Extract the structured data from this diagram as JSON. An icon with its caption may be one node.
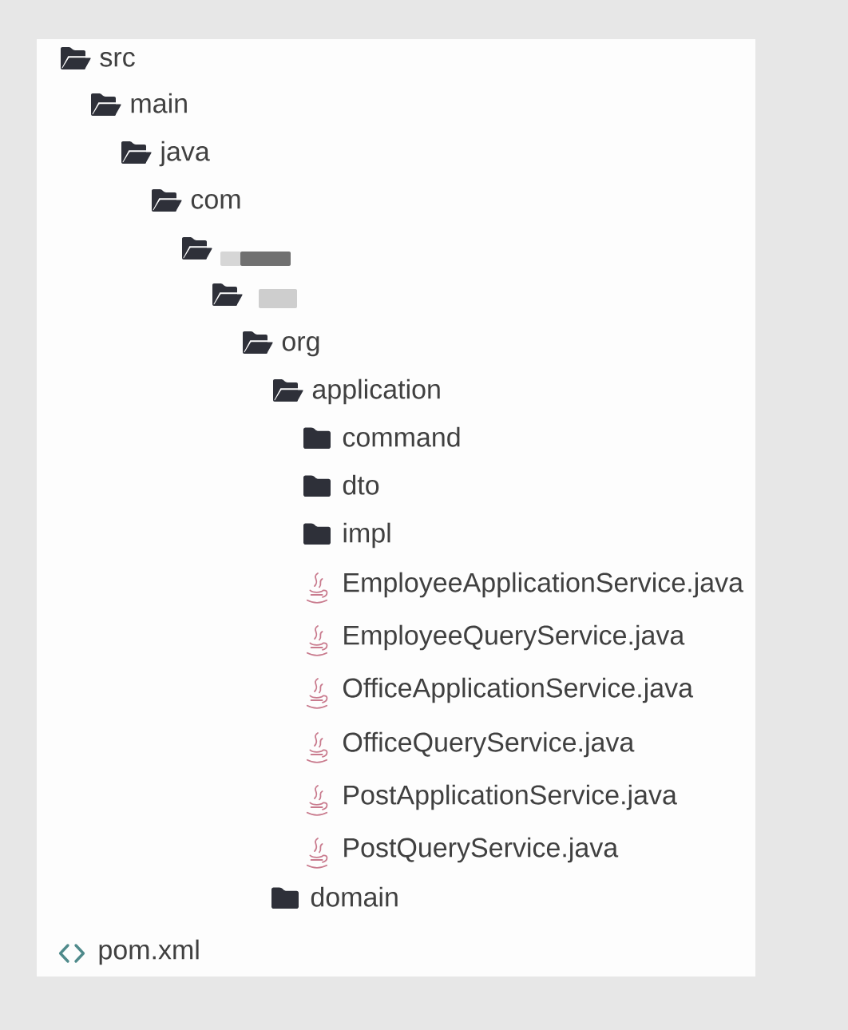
{
  "diagram": {
    "labels": [
      "src",
      "main",
      "java",
      "com",
      "org",
      "application",
      "command",
      "dto",
      "impl",
      "EmployeeApplicationService.java",
      "EmployeeQueryService.java",
      "OfficeApplicationService.java",
      "OfficeQueryService.java",
      "PostApplicationService.java",
      "PostQueryService.java",
      "domain",
      "pom.xml"
    ]
  }
}
